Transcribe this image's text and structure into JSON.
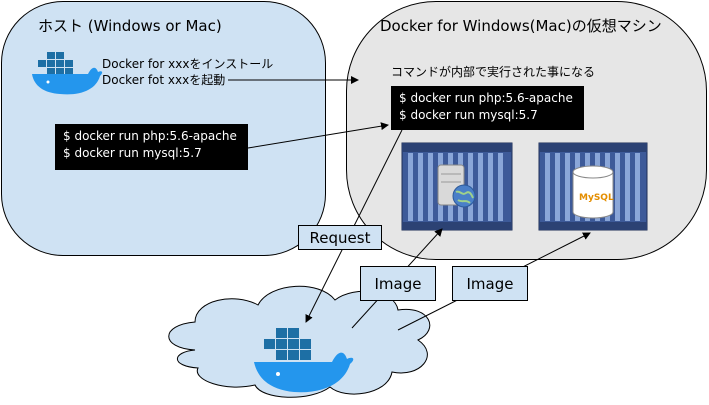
{
  "host": {
    "title": "ホスト (Windows or Mac)",
    "note_line1": "Docker for xxxをインストール",
    "note_line2": "Docker fot xxxを起動"
  },
  "vm": {
    "title": "Docker for Windows(Mac)の仮想マシン",
    "subtitle": "コマンドが内部で実行された事になる"
  },
  "terminal_host": {
    "line1": "$ docker run php:5.6-apache",
    "line2": "$ docker run mysql:5.7"
  },
  "terminal_vm": {
    "line1": "$ docker run php:5.6-apache",
    "line2": "$ docker run mysql:5.7"
  },
  "request_label": "Request",
  "image_label_1": "Image",
  "image_label_2": "Image",
  "mysql_logo_text": "MySQL",
  "colors": {
    "host_fill": "#cfe2f3",
    "vm_fill": "#e6e6e6",
    "container_blue": "#3d5a99",
    "whale_blue": "#2496ed"
  }
}
